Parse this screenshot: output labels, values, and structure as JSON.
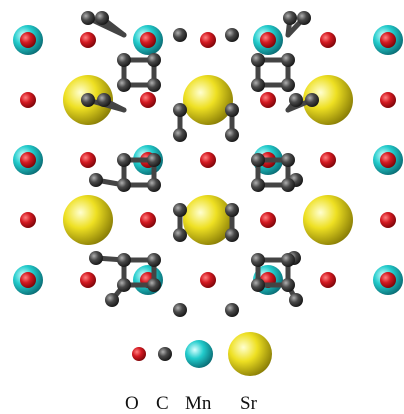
{
  "legend": {
    "o_label": "O",
    "c_label": "C",
    "mn_label": "Mn",
    "sr_label": "Sr"
  },
  "colors": {
    "oxygen": "#c8141c",
    "carbon": "#3c3c3c",
    "manganese": "#1ec8c8",
    "strontium": "#e6dc1e",
    "bond": "#444444"
  }
}
